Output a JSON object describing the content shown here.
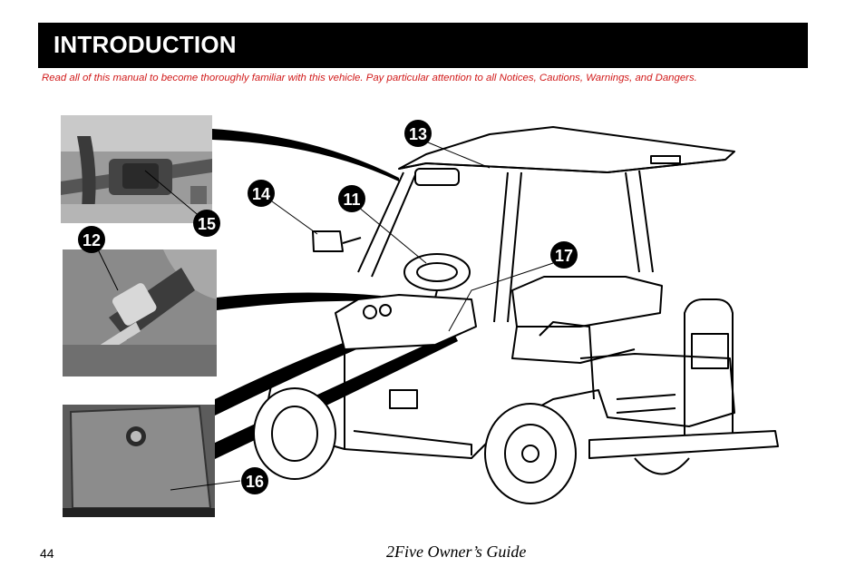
{
  "header": {
    "title": "INTRODUCTION",
    "background_color": "#000000",
    "title_color": "#ffffff"
  },
  "intro_note": {
    "text": "Read all of this manual to become thoroughly familiar with this vehicle. Pay particular attention to all Notices, Cautions, Warnings, and Dangers.",
    "color": "#d11a1a"
  },
  "callouts": {
    "c11": "11",
    "c12": "12",
    "c13": "13",
    "c14": "14",
    "c15": "15",
    "c16": "16",
    "c17": "17"
  },
  "footer": {
    "page_number": "44",
    "guide_title": "2Five Owner’s Guide"
  }
}
